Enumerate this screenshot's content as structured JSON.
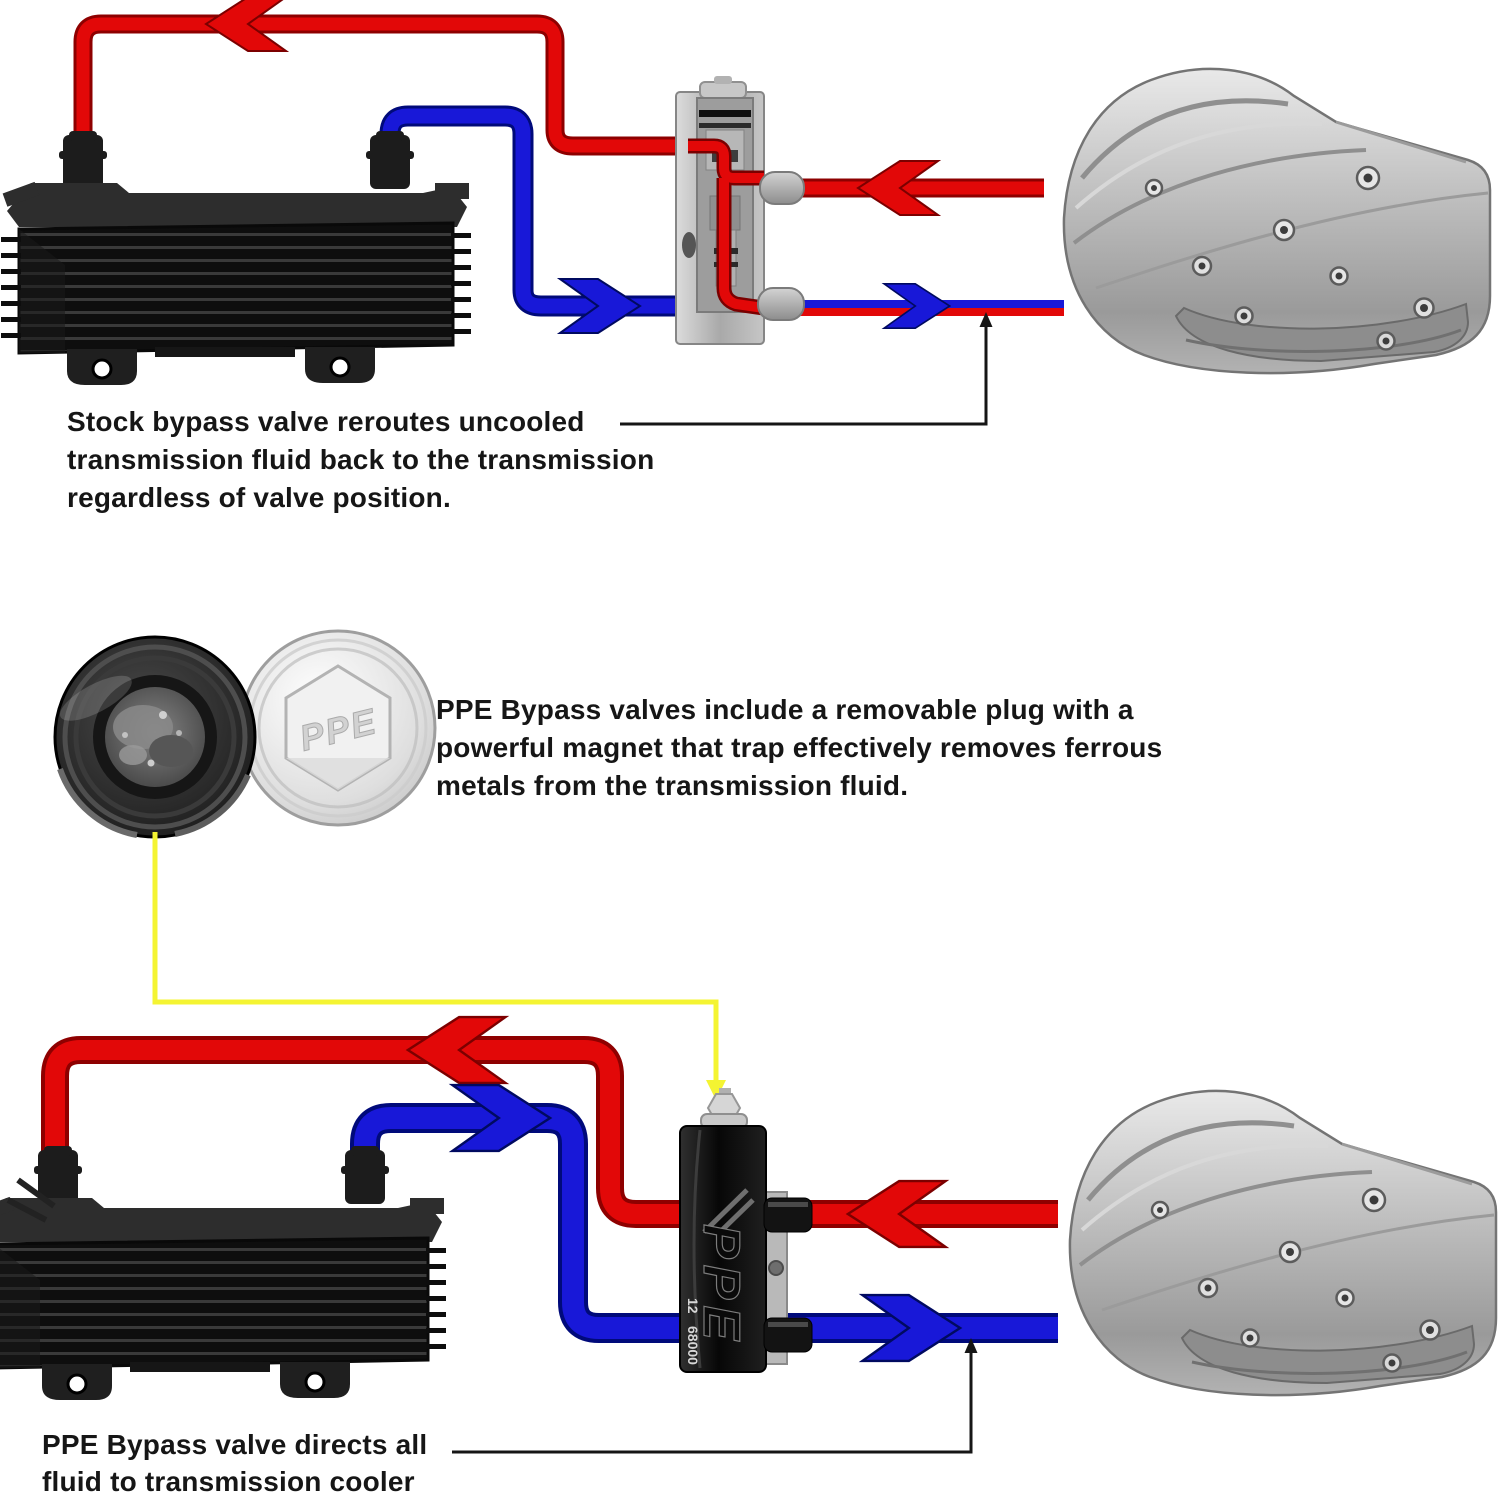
{
  "captions": {
    "stock": {
      "lines": [
        "Stock bypass valve reroutes uncooled",
        "transmission fluid back to the transmission",
        "regardless of valve position."
      ]
    },
    "magnet": {
      "lines": [
        "PPE Bypass valves include a removable plug with a",
        "powerful magnet that trap effectively removes ferrous",
        "metals from the transmission fluid."
      ]
    },
    "ppe": {
      "lines": [
        "PPE Bypass valve directs all",
        "fluid to transmission cooler"
      ]
    }
  },
  "labels": {
    "plug_brand": "PPE",
    "valve_brand": "PPE",
    "valve_part_top": "12",
    "valve_part_bottom": "68000"
  },
  "colors": {
    "hot_fluid": "#e20808",
    "hot_fluid_dark": "#8e0000",
    "cooled_fluid": "#1818d8",
    "cooled_fluid_dark": "#000a7a",
    "magnet_pointer": "#f4f432",
    "annotation": "#161616"
  }
}
